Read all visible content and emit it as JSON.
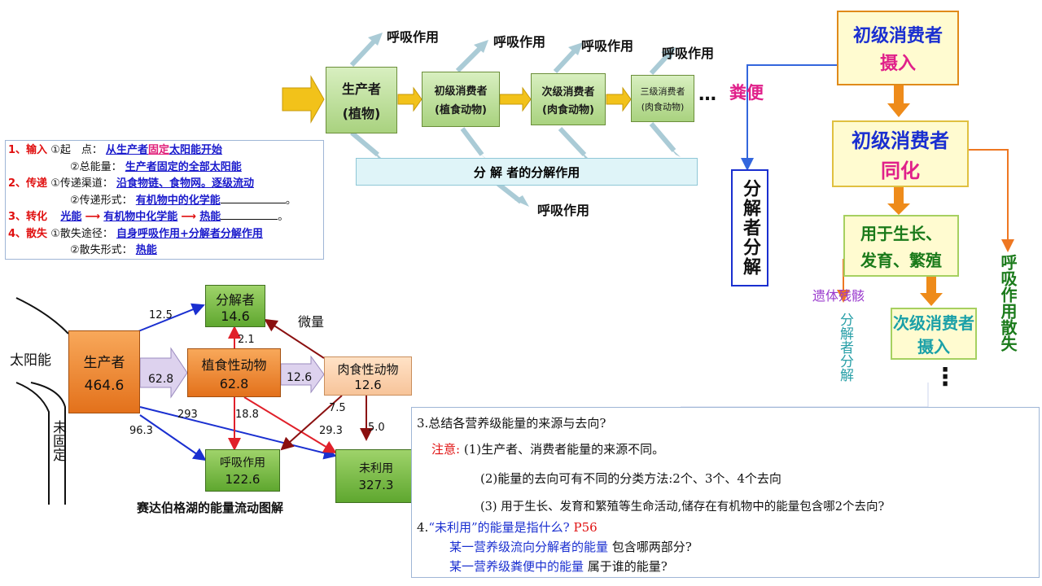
{
  "top_flow": {
    "producer": [
      "生产者",
      "(植物)"
    ],
    "primary": [
      "初级消费者",
      "(植食动物)"
    ],
    "secondary": [
      "次级消费者",
      "(肉食动物)"
    ],
    "tertiary": [
      "三级消费者",
      "(肉食动物)"
    ],
    "ellipsis": "…",
    "respiration": "呼吸作用",
    "decomposer_bar": "分 解 者的分解作用"
  },
  "summary": {
    "r1_head": "1、输入",
    "r1_a": "①起　点：",
    "r1_a_val1": "从生产者",
    "r1_a_val2": "固定",
    "r1_a_val3": "太阳能开始",
    "r1_b": "②总能量：",
    "r1_b_val": "生产者固定的全部太阳能",
    "r2_head": "2、传递",
    "r2_a": "①传递渠道：",
    "r2_a_val": "沿食物链、食物网。逐级流动",
    "r2_b": "②传递形式：",
    "r2_b_val": "有机物中的化学能",
    "r2_b_end": "。",
    "r3_head": "3、转化",
    "r3_a": "光能",
    "r3_b": "有机物中化学能",
    "r3_c": "热能",
    "r3_end": "。",
    "r4_head": "4、散失",
    "r4_a": "①散失途径：",
    "r4_a_val": "自身呼吸作用+分解者分解作用",
    "r4_b": "②散失形式：",
    "r4_b_val": "热能"
  },
  "right_flow": {
    "intake_title": "初级消费者",
    "intake_sub": "摄入",
    "feces": "粪便",
    "decomp_vertical": "分解者分解",
    "assim_title": "初级消费者",
    "assim_sub": "同化",
    "growth": [
      "用于生长、",
      "发育、繁殖"
    ],
    "remains": "遗体残骸",
    "decomp_vertical2": "分解者分解",
    "next_title": "次级消费者",
    "next_sub": "摄入",
    "resp_vertical": "呼吸作用散失",
    "dots": "⋮"
  },
  "silver_springs": {
    "sun": "太阳能",
    "unfixed": "未固定",
    "producer": "生产者",
    "producer_val": "464.6",
    "herb": "植食性动物",
    "herb_val": "62.8",
    "carn": "肉食性动物",
    "carn_val": "12.6",
    "decomp": "分解者",
    "decomp_val": "14.6",
    "resp": "呼吸作用",
    "resp_val": "122.6",
    "unused": "未利用",
    "unused_val": "327.3",
    "trace": "微量",
    "n_12_5": "12.5",
    "n_62_8": "62.8",
    "n_12_6": "12.6",
    "n_2_1": "2.1",
    "n_7_5": "7.5",
    "n_293": "293",
    "n_18_8": "18.8",
    "n_96_3": "96.3",
    "n_29_3": "29.3",
    "n_5_0": "5.0",
    "caption": "赛达伯格湖的能量流动图解"
  },
  "questions": {
    "q3": "3.总结各营养级能量的来源与去向?",
    "note_label": "注意:",
    "note1": "(1)生产者、消费者能量的来源不同。",
    "note2": "(2)能量的去向可有不同的分类方法:2个、3个、4个去向",
    "note3": "(3) 用于生长、发育和繁殖等生命活动,储存在有机物中的能量包含哪2个去向?",
    "q4_a": "4.",
    "q4_b": "“未利用”的能量是指什么?",
    "q4_c": "P56",
    "q4_l1a": "某一营养级流向分解者的能量",
    "q4_l1b": " 包含哪两部分?",
    "q4_l2a": "某一营养级粪便中的能量",
    "q4_l2b": " 属于谁的能量?"
  }
}
